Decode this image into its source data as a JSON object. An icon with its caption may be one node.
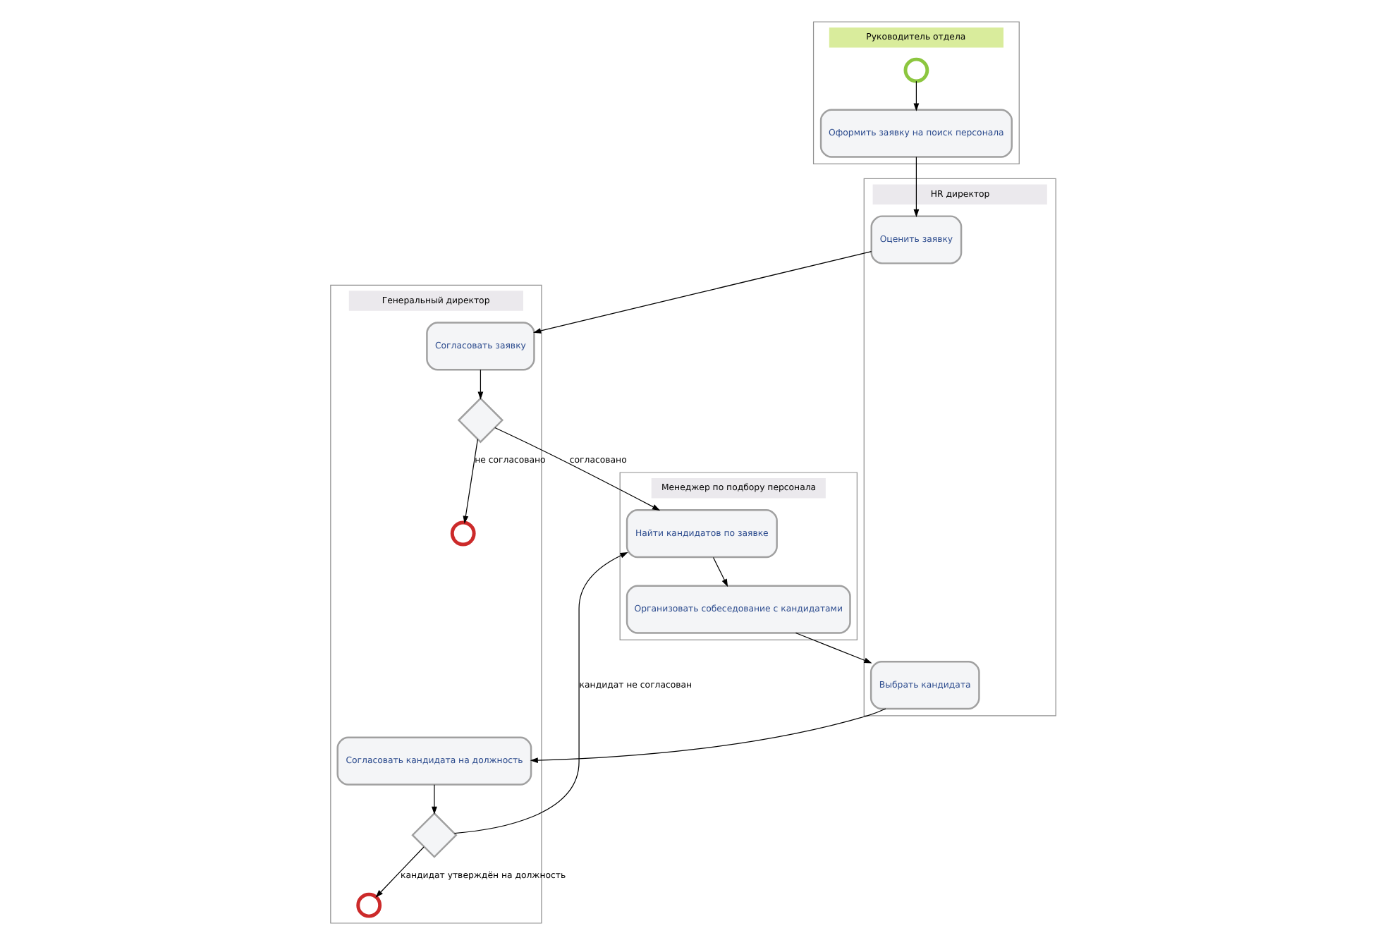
{
  "diagram": {
    "nodes": [
      {
        "text": [
          "Руководитель отдела"
        ]
      },
      {
        "text": [
          "HR директор"
        ]
      },
      {
        "text": [
          "Генеральный директор"
        ]
      },
      {
        "text": [
          "Менеджер по подбору персонала"
        ]
      },
      {
        "text": [],
        "shape": "circle",
        "in": 0
      },
      {
        "text": [
          "Оформить заявку на поиск персонала"
        ],
        "in": 0
      },
      {
        "text": [
          "Оценить заявку"
        ],
        "in": 1
      },
      {
        "text": [
          "Выбрать кандидата"
        ],
        "in": 1
      },
      {
        "text": [
          "Согласовать заявку"
        ],
        "in": 2
      },
      {
        "text": [],
        "shape": "diamond",
        "in": 2
      },
      {
        "text": [],
        "shape": "circle",
        "in": 2
      },
      {
        "text": [
          "Согласовать кандидата на должность"
        ],
        "in": 2
      },
      {
        "text": [],
        "shape": "diamond",
        "in": 2
      },
      {
        "text": [],
        "shape": "circle",
        "in": 2
      },
      {
        "text": [
          "Найти кандидатов по заявке"
        ],
        "in": 3
      },
      {
        "text": [
          "Организовать собеседование с кандидатами"
        ],
        "in": 3
      }
    ],
    "edges": [
      {
        "from": 4,
        "to": 5,
        "arrow": "to"
      },
      {
        "from": 5,
        "to": 6,
        "arrow": "to"
      },
      {
        "from": 6,
        "to": 8,
        "arrow": "to"
      },
      {
        "from": 8,
        "to": 9,
        "arrow": "to"
      },
      {
        "from": 9,
        "to": 14,
        "arrow": "to",
        "label": "согласовано"
      },
      {
        "from": 9,
        "to": 10,
        "arrow": "to",
        "label": "не согласовано"
      },
      {
        "from": 14,
        "to": 15,
        "arrow": "to"
      },
      {
        "from": 15,
        "to": 7,
        "arrow": "to"
      },
      {
        "from": 7,
        "to": 11,
        "arrow": "to"
      },
      {
        "from": 11,
        "to": 12,
        "arrow": "to"
      },
      {
        "from": 12,
        "to": 14,
        "arrow": "to",
        "label": "кандидат не согласован"
      },
      {
        "from": 12,
        "to": 13,
        "arrow": "to",
        "label": "кандидат утверждён на должность"
      }
    ]
  }
}
